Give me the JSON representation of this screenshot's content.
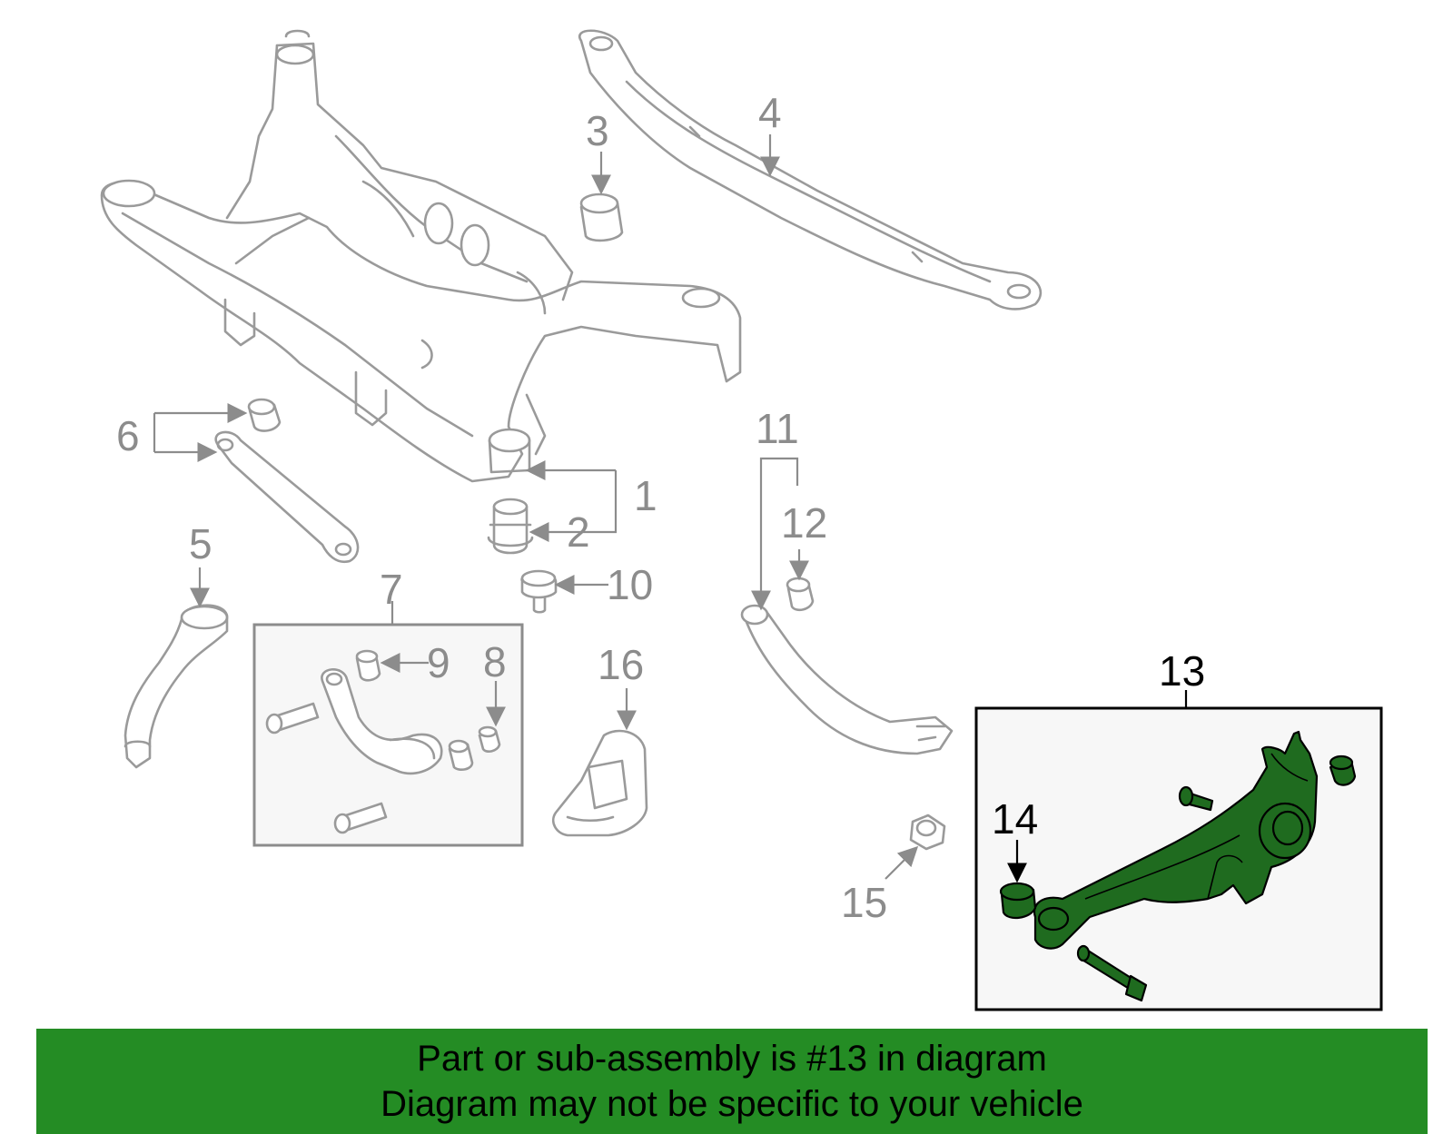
{
  "callouts": {
    "c1": "1",
    "c2": "2",
    "c3": "3",
    "c4": "4",
    "c5": "5",
    "c6": "6",
    "c7": "7",
    "c8": "8",
    "c9": "9",
    "c10": "10",
    "c11": "11",
    "c12": "12",
    "c13": "13",
    "c14": "14",
    "c15": "15",
    "c16": "16"
  },
  "highlighted_part": "13",
  "colors": {
    "highlight_fill": "#1f6b1f",
    "banner_bg": "#248c24",
    "line_gray": "#9a9a9a"
  },
  "banner": {
    "line1": "Part or sub-assembly is #13 in diagram",
    "line2": "Diagram may not be specific to your vehicle"
  }
}
